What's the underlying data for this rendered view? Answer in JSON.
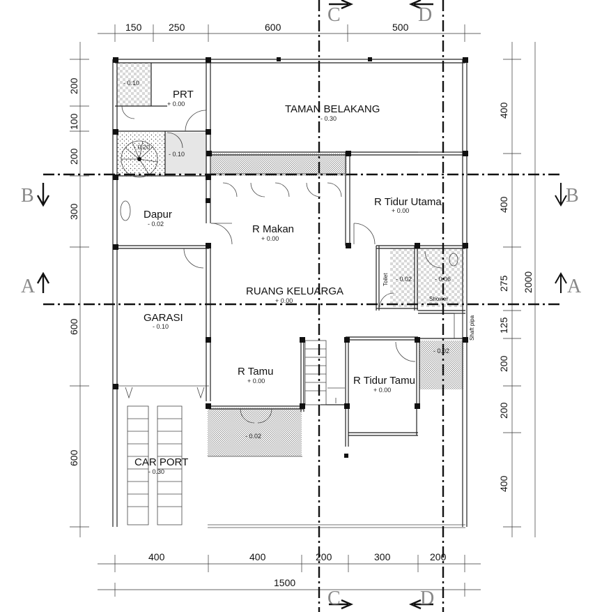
{
  "rooms": [
    {
      "id": "prt",
      "name": "PRT",
      "level": "+ 0.00"
    },
    {
      "id": "taman",
      "name": "TAMAN BELAKANG",
      "level": "- 0.30"
    },
    {
      "id": "dapur",
      "name": "Dapur",
      "level": "- 0.02"
    },
    {
      "id": "makan",
      "name": "R Makan",
      "level": "+ 0.00"
    },
    {
      "id": "tidur-utama",
      "name": "R Tidur Utama",
      "level": "+ 0.00"
    },
    {
      "id": "keluarga",
      "name": "RUANG KELUARGA",
      "level": "+ 0.00"
    },
    {
      "id": "garasi",
      "name": "GARASI",
      "level": "- 0.10"
    },
    {
      "id": "tamu",
      "name": "R Tamu",
      "level": "+ 0.00"
    },
    {
      "id": "tidur-tamu",
      "name": "R Tidur Tamu",
      "level": "+ 0.00"
    },
    {
      "id": "carport",
      "name": "CAR PORT",
      "level": "- 0.30"
    }
  ],
  "spot_levels": {
    "prt_bath": "- 0.10",
    "stair_landing": "- 0.20",
    "laundry": "- 0.10",
    "toilet_floor": "- 0.02",
    "shower_floor": "- 0.06",
    "terrace": "- 0.02",
    "guest_bath": "- 0.02"
  },
  "small_labels": {
    "toilet": "Toilet",
    "shower": "Shower",
    "shaft": "Shaft pipa"
  },
  "dims_top": [
    "150",
    "250",
    "600",
    "500"
  ],
  "dims_left": [
    "200",
    "100",
    "200",
    "300",
    "600",
    "600"
  ],
  "dims_right": [
    "400",
    "400",
    "275",
    "125",
    "200",
    "200",
    "400"
  ],
  "dim_right_total": "2000",
  "dims_bottom": [
    "400",
    "400",
    "200",
    "300",
    "200"
  ],
  "dim_bottom_total": "1500",
  "sections": {
    "a": "A",
    "b": "B",
    "c": "C",
    "d": "D"
  }
}
